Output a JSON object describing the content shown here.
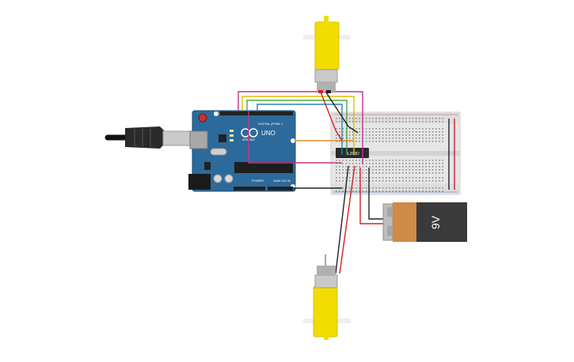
{
  "arduino": {
    "logo_text": "UNO",
    "digital_label": "DIGITAL (PWM~)",
    "power_label": "POWER",
    "analog_label": "ANALOG IN",
    "brand_text": "ARDUINO"
  },
  "breadboard": {
    "chip_label": "L293D"
  },
  "battery": {
    "label": "9V"
  },
  "colors": {
    "arduino_blue": "#2b6a9a",
    "motor_yellow": "#f2dc00",
    "battery_orange": "#cf8a45",
    "battery_black": "#3a3a3a",
    "wire_magenta": "#c2338f",
    "wire_yellow": "#d9c400",
    "wire_green": "#4aa83a",
    "wire_blue": "#2f7fc0",
    "wire_orange": "#e38a2a",
    "wire_red": "#d32222",
    "wire_black": "#222222"
  },
  "icons": [
    "usb-cable-icon",
    "dc-motor-icon",
    "battery-icon",
    "ic-chip-icon"
  ]
}
